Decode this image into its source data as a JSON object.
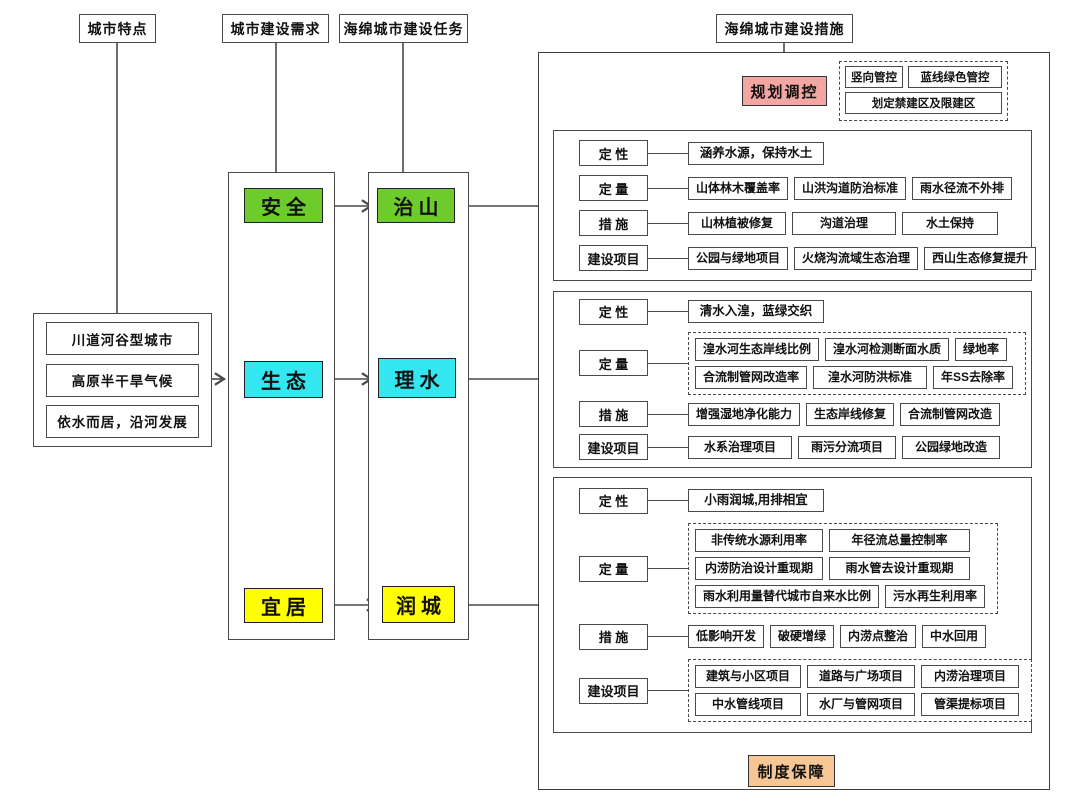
{
  "colors": {
    "green": "#6ECB2C",
    "cyan": "#33E6F0",
    "yellow": "#FFFF00",
    "pink": "#F3A6A2",
    "orange": "#F6C795",
    "line": "#4a4a4a"
  },
  "headers": {
    "city_features": "城市特点",
    "city_needs": "城市建设需求",
    "sponge_tasks": "海绵城市建设任务",
    "sponge_measures": "海绵城市建设措施"
  },
  "city_features": {
    "items": [
      "川道河谷型城市",
      "高原半干旱气候",
      "依水而居，沿河发展"
    ]
  },
  "needs": {
    "safety": "安全",
    "ecology": "生态",
    "livability": "宜居"
  },
  "tasks": {
    "mountain": "治山",
    "water": "理水",
    "city": "润城"
  },
  "planning": {
    "label": "规划调控",
    "vertical_control": "竖向管控",
    "blue_green_control": "蓝线绿色管控",
    "restricted_zones": "划定禁建区及限建区"
  },
  "institution": {
    "label": "制度保障"
  },
  "row_labels": {
    "qualitative": "定 性",
    "quantitative": "定 量",
    "measures": "措 施",
    "projects": "建设项目"
  },
  "sections": {
    "mountain": {
      "qualitative": "涵养水源，保持水土",
      "quantitative": [
        "山体林木覆盖率",
        "山洪沟道防治标准",
        "雨水径流不外排"
      ],
      "measures": [
        "山林植被修复",
        "沟道治理",
        "水土保持"
      ],
      "projects": [
        "公园与绿地项目",
        "火烧沟流域生态治理",
        "西山生态修复提升"
      ]
    },
    "water": {
      "qualitative": "清水入湟，蓝绿交织",
      "quantitative_rows": [
        [
          "湟水河生态岸线比例",
          "湟水河检测断面水质",
          "绿地率"
        ],
        [
          "合流制管网改造率",
          "湟水河防洪标准",
          "年SS去除率"
        ]
      ],
      "measures": [
        "增强湿地净化能力",
        "生态岸线修复",
        "合流制管网改造"
      ],
      "projects": [
        "水系治理项目",
        "雨污分流项目",
        "公园绿地改造"
      ]
    },
    "city": {
      "qualitative": "小雨润城,用排相宜",
      "quantitative_rows": [
        [
          "非传统水源利用率",
          "年径流总量控制率"
        ],
        [
          "内涝防治设计重现期",
          "雨水管去设计重现期"
        ],
        [
          "雨水利用量替代城市自来水比例",
          "污水再生利用率"
        ]
      ],
      "measures": [
        "低影响开发",
        "破硬增绿",
        "内涝点整治",
        "中水回用"
      ],
      "projects_rows": [
        [
          "建筑与小区项目",
          "道路与广场项目",
          "内涝治理项目"
        ],
        [
          "中水管线项目",
          "水厂与管网项目",
          "管渠提标项目"
        ]
      ]
    }
  }
}
